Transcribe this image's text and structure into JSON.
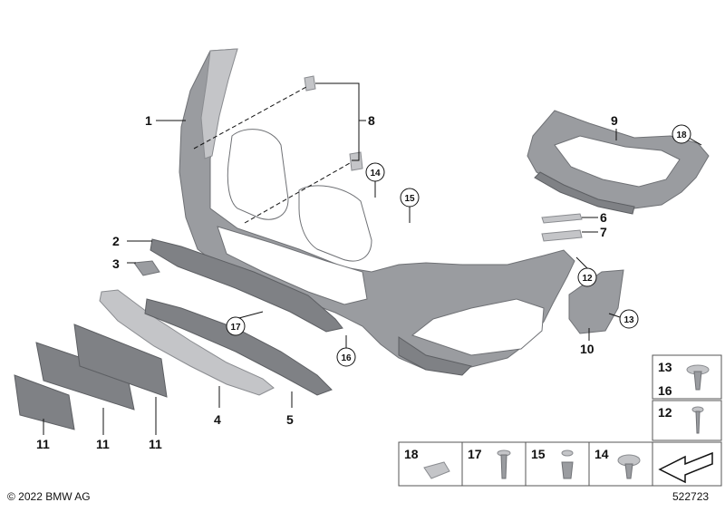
{
  "labels": {
    "l1": "1",
    "l2": "2",
    "l3": "3",
    "l4": "4",
    "l5": "5",
    "l6": "6",
    "l7": "7",
    "l8": "8",
    "l9": "9",
    "l10": "10",
    "l11a": "11",
    "l11b": "11",
    "l11c": "11",
    "c12": "12",
    "c13": "13",
    "c14": "14",
    "c15": "15",
    "c16": "16",
    "c17": "17",
    "c18": "18"
  },
  "hardware_boxes": {
    "box_13": "13",
    "box_16": "16",
    "box_12": "12",
    "box_18": "18",
    "box_17": "17",
    "box_15": "15",
    "box_14": "14"
  },
  "footer": {
    "copyright": "© 2022 BMW AG",
    "diagram_number": "522723"
  }
}
